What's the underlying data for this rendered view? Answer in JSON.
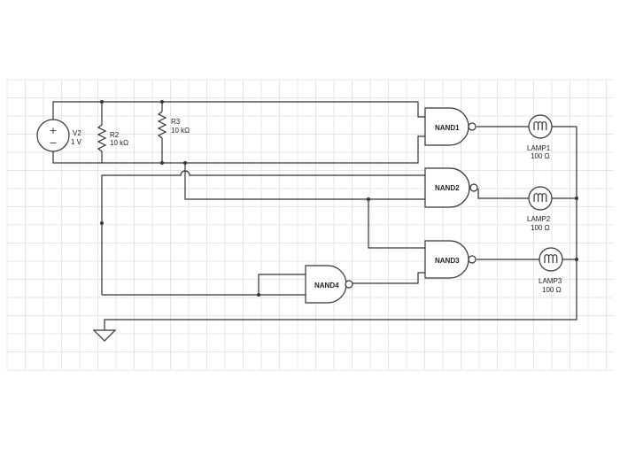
{
  "components": {
    "v2": {
      "name": "V2",
      "value": "1 V",
      "plus": "+",
      "minus": "−"
    },
    "r2": {
      "name": "R2",
      "value": "10 kΩ"
    },
    "r3": {
      "name": "R3",
      "value": "10 kΩ"
    },
    "nand1": {
      "name": "NAND1"
    },
    "nand2": {
      "name": "NAND2"
    },
    "nand3": {
      "name": "NAND3"
    },
    "nand4": {
      "name": "NAND4"
    },
    "lamp1": {
      "name": "LAMP1",
      "value": "100 Ω"
    },
    "lamp2": {
      "name": "LAMP2",
      "value": "100 Ω"
    },
    "lamp3": {
      "name": "LAMP3",
      "value": "100 Ω"
    }
  },
  "colors": {
    "wire": "#333333",
    "grid": "#e4e4e4"
  },
  "icons": {
    "ground": "ground-icon",
    "lamp": "lamp-coil-icon",
    "source": "voltage-source-icon"
  }
}
